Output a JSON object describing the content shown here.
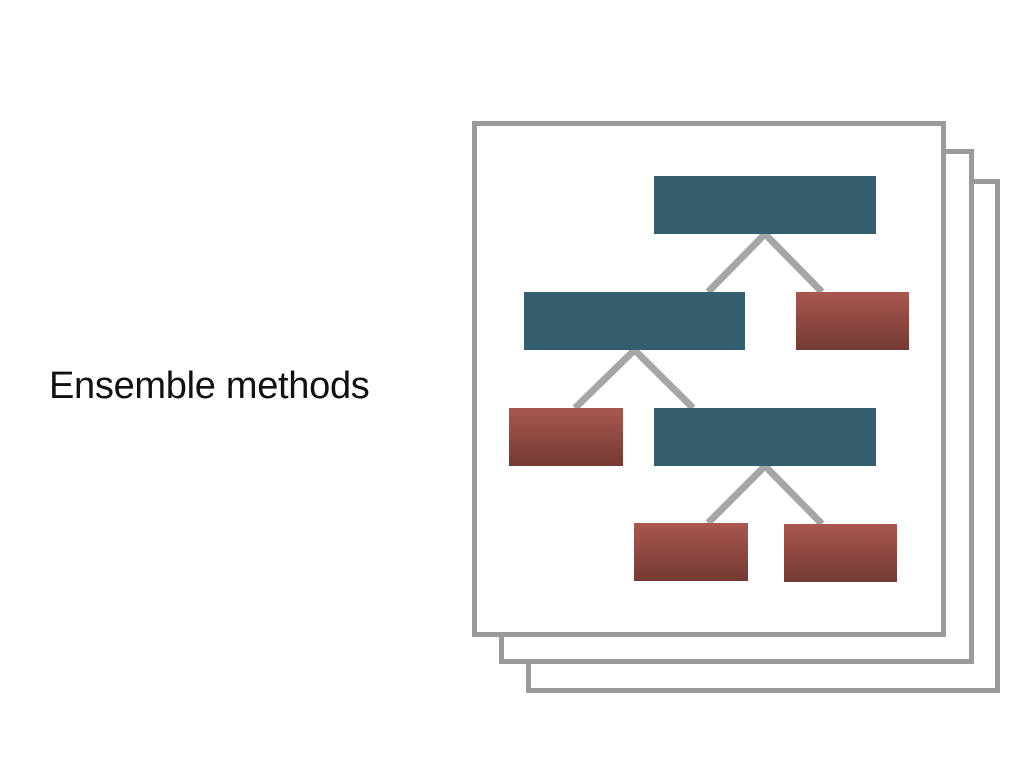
{
  "slide": {
    "title": "Ensemble methods"
  },
  "diagram": {
    "stack_count": 3,
    "colors": {
      "panel_border": "#9b9b9b",
      "decision_node": "#335e6d",
      "leaf_node_top": "#a9574f",
      "leaf_node_bottom": "#743a33",
      "edge": "#a6a6a6"
    },
    "nodes": [
      {
        "id": "root",
        "kind": "decision"
      },
      {
        "id": "n1",
        "kind": "decision"
      },
      {
        "id": "leaf-root-right",
        "kind": "leaf"
      },
      {
        "id": "leaf-n1-left",
        "kind": "leaf"
      },
      {
        "id": "n2",
        "kind": "decision"
      },
      {
        "id": "leaf-n2-left",
        "kind": "leaf"
      },
      {
        "id": "leaf-n2-right",
        "kind": "leaf"
      }
    ],
    "edges": [
      {
        "from": "root",
        "to": "n1"
      },
      {
        "from": "root",
        "to": "leaf-root-right"
      },
      {
        "from": "n1",
        "to": "leaf-n1-left"
      },
      {
        "from": "n1",
        "to": "n2"
      },
      {
        "from": "n2",
        "to": "leaf-n2-left"
      },
      {
        "from": "n2",
        "to": "leaf-n2-right"
      }
    ]
  }
}
